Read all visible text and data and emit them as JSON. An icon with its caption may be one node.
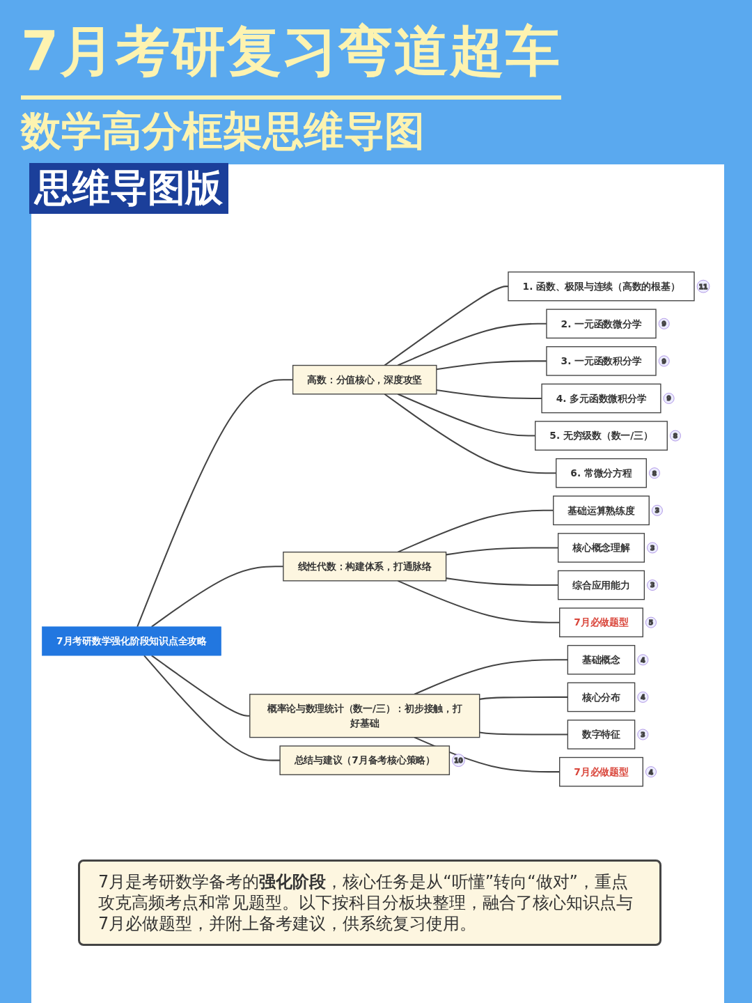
{
  "diagram": {
    "title": "7月考研复习弯道超车",
    "nodes": [
      {
        "text": [
          "7月考研数学强化阶段知识点全攻略"
        ]
      },
      {
        "text": [
          "高数：分值核心，深度攻坚"
        ]
      },
      {
        "text": [
          "1. 函数、极限与连续（高数的根基）"
        ],
        "beside": [
          "11"
        ]
      },
      {
        "text": [
          "2. 一元函数微分学"
        ],
        "beside": [
          "9"
        ]
      },
      {
        "text": [
          "3. 一元函数积分学"
        ],
        "beside": [
          "9"
        ]
      },
      {
        "text": [
          "4. 多元函数微积分学"
        ],
        "beside": [
          "9"
        ]
      },
      {
        "text": [
          "5. 无穷级数（数一/三）"
        ],
        "beside": [
          "8"
        ]
      },
      {
        "text": [
          "6. 常微分方程"
        ],
        "beside": [
          "8"
        ]
      },
      {
        "text": [
          "线性代数：构建体系，打通脉络"
        ]
      },
      {
        "text": [
          "基础运算熟练度"
        ],
        "beside": [
          "3"
        ]
      },
      {
        "text": [
          "核心概念理解"
        ],
        "beside": [
          "3"
        ]
      },
      {
        "text": [
          "综合应用能力"
        ],
        "beside": [
          "3"
        ]
      },
      {
        "text": [
          "7月必做题型"
        ],
        "beside": [
          "5"
        ]
      },
      {
        "text": [
          "概率论与数理统计（数一/三）：初步接触，打好基础"
        ]
      },
      {
        "text": [
          "基础概念"
        ],
        "beside": [
          "4"
        ]
      },
      {
        "text": [
          "核心分布"
        ],
        "beside": [
          "4"
        ]
      },
      {
        "text": [
          "数字特征"
        ],
        "beside": [
          "3"
        ]
      },
      {
        "text": [
          "7月必做题型"
        ],
        "beside": [
          "4"
        ]
      },
      {
        "text": [
          "总结与建议（7月备考核心策略）"
        ],
        "beside": [
          "10"
        ]
      },
      {
        "text": [
          "7月是考研数学备考的**强化阶段**，核心任务是从“听懂”转向“做对”，重点攻克高频考点和常见题型。以下按科目分板块整理，融合了核心知识点与7月必做题型，并附上备考建议，供系统复习使用。"
        ]
      }
    ],
    "edges": [
      {
        "from": 0,
        "to": 1,
        "arrow": "none"
      },
      {
        "from": 1,
        "to": 2,
        "arrow": "none"
      },
      {
        "from": 1,
        "to": 3,
        "arrow": "none"
      },
      {
        "from": 1,
        "to": 4,
        "arrow": "none"
      },
      {
        "from": 1,
        "to": 5,
        "arrow": "none"
      },
      {
        "from": 1,
        "to": 6,
        "arrow": "none"
      },
      {
        "from": 1,
        "to": 7,
        "arrow": "none"
      },
      {
        "from": 0,
        "to": 8,
        "arrow": "none"
      },
      {
        "from": 8,
        "to": 9,
        "arrow": "none"
      },
      {
        "from": 8,
        "to": 10,
        "arrow": "none"
      },
      {
        "from": 8,
        "to": 11,
        "arrow": "none"
      },
      {
        "from": 8,
        "to": 12,
        "arrow": "none"
      },
      {
        "from": 0,
        "to": 13,
        "arrow": "none"
      },
      {
        "from": 13,
        "to": 14,
        "arrow": "none"
      },
      {
        "from": 13,
        "to": 15,
        "arrow": "none"
      },
      {
        "from": 13,
        "to": 16,
        "arrow": "none"
      },
      {
        "from": 13,
        "to": 17,
        "arrow": "none"
      },
      {
        "from": 0,
        "to": 18,
        "arrow": "none"
      }
    ],
    "labels": [
      "数学高分框架思维导图",
      "思维导图版"
    ]
  }
}
